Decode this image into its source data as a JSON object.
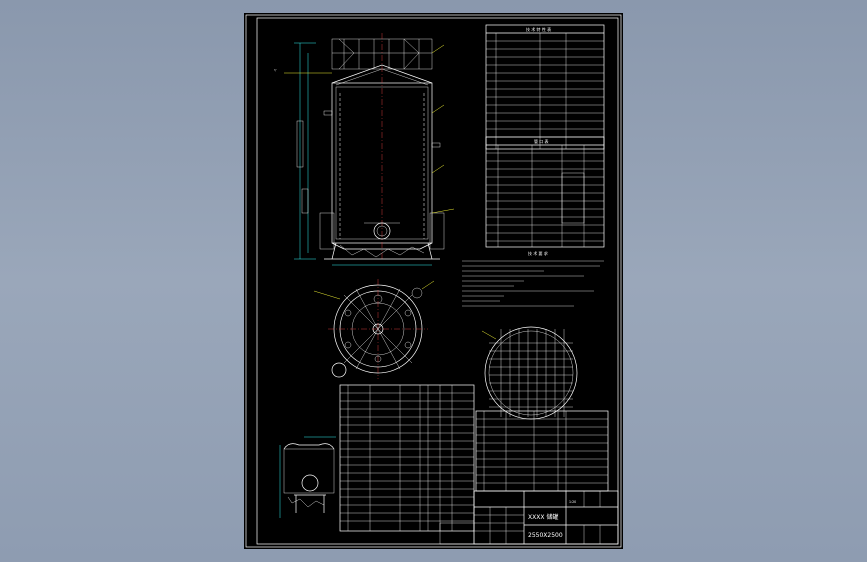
{
  "drawing": {
    "title_cn": "XXXX 储罐",
    "number": "2550X2500",
    "scale_label": "1:20",
    "table_top_header": "技 术 特 性 表",
    "table_nozzle_header": "管 口 表",
    "notes_header": "技 术 要 求"
  },
  "colors": {
    "background": "#000000",
    "page": "#93a1b6",
    "line": "#ffffff",
    "dim": "#33eeee",
    "accent": "#eeee33"
  }
}
